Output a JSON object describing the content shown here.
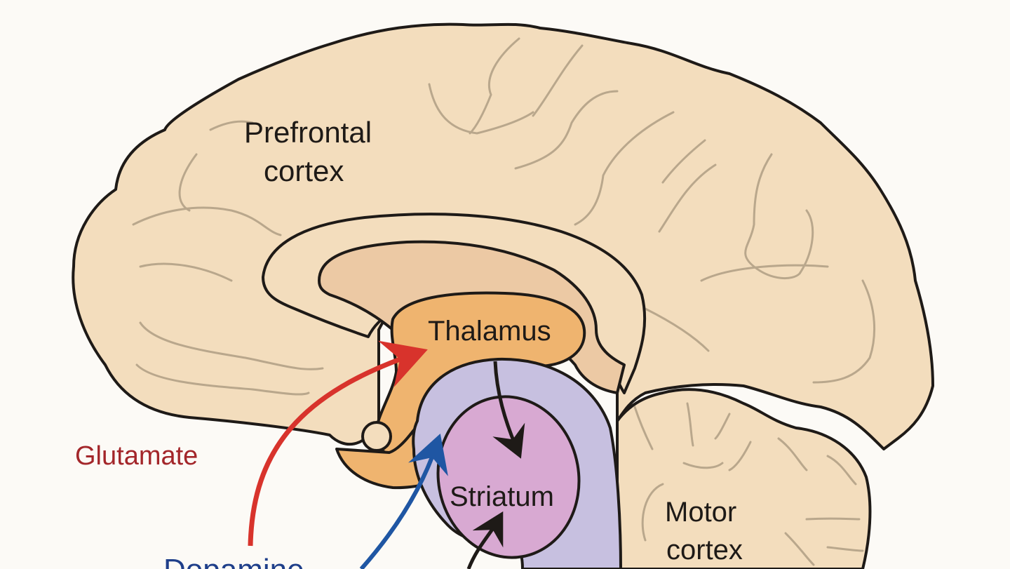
{
  "diagram": {
    "type": "brain-sagittal-section",
    "colors": {
      "background": "#fcfaf6",
      "cortex": "#f3ddbd",
      "cortex_inner": "#ecc9a4",
      "thalamus": "#efb46f",
      "basal_ganglia_outer": "#c7c0e0",
      "striatum": "#d8a9d2",
      "outline": "#1e1a17",
      "sulcus": "#b9a78c",
      "glutamate": "#d8332c",
      "dopamine": "#1f56a3",
      "pathway": "#1e1a17"
    },
    "regions": [
      {
        "id": "prefrontal-cortex",
        "label_lines": [
          "Prefrontal",
          "cortex"
        ]
      },
      {
        "id": "thalamus",
        "label_lines": [
          "Thalamus"
        ]
      },
      {
        "id": "striatum",
        "label_lines": [
          "Striatum"
        ]
      },
      {
        "id": "motor-cortex",
        "label_lines": [
          "Motor",
          "cortex"
        ]
      }
    ],
    "neurotransmitters": [
      {
        "id": "glutamate",
        "label": "Glutamate",
        "color": "#a3262a",
        "arrow_color": "#d8332c",
        "target": "thalamus"
      },
      {
        "id": "dopamine",
        "label": "Dopamine",
        "color": "#1f3f8a",
        "arrow_color": "#1f56a3",
        "target": "striatum"
      }
    ],
    "pathways": [
      {
        "from": "thalamus",
        "to": "striatum"
      },
      {
        "from": "below",
        "to": "striatum"
      }
    ]
  }
}
